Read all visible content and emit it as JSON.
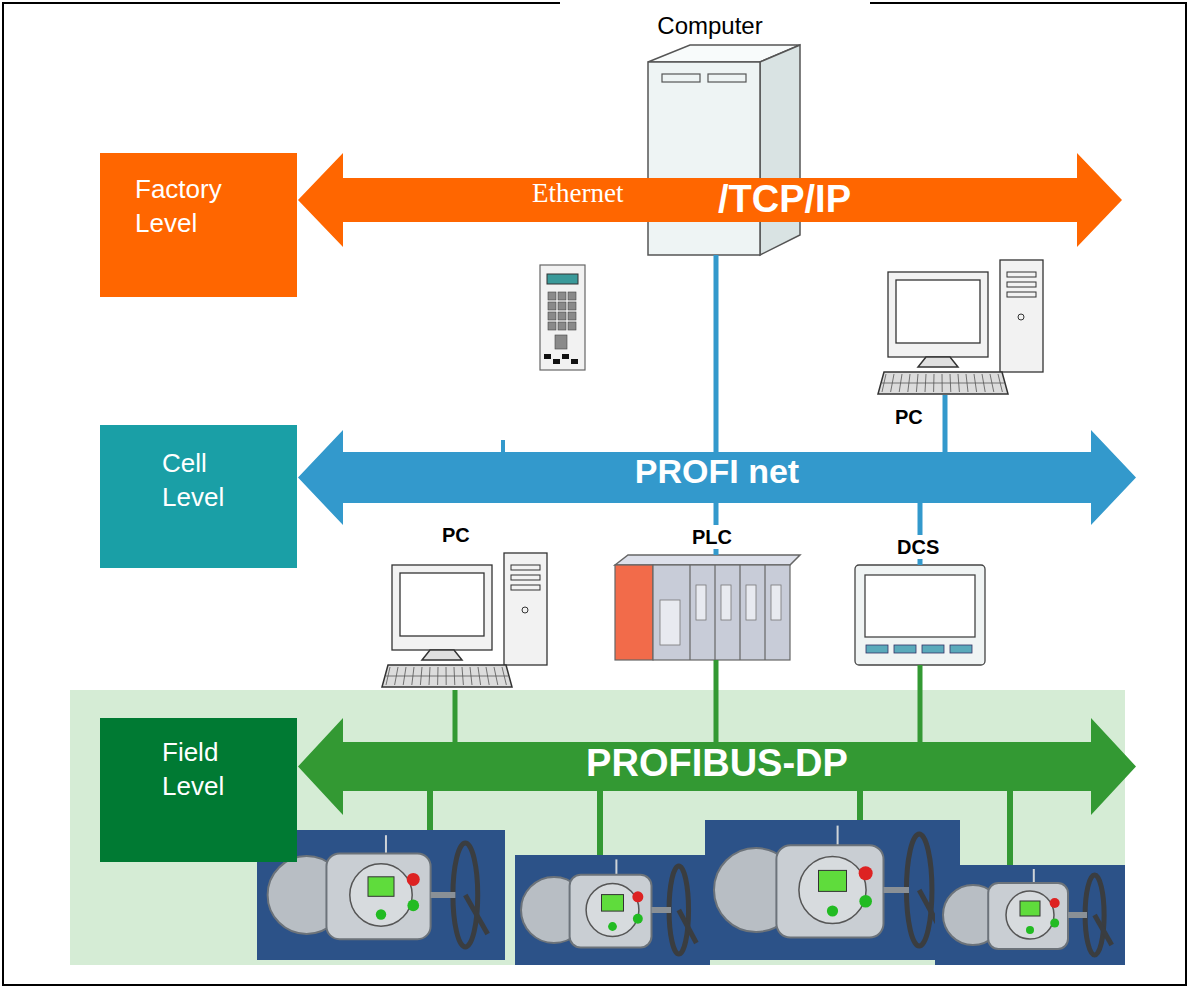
{
  "diagram": {
    "nodes": [
      {
        "text": [
          "Computer"
        ]
      },
      {
        "text": [
          "Factory Level"
        ]
      },
      {
        "text": [
          "Ethernet",
          "/TCP/IP"
        ]
      },
      {
        "text": [
          "PC"
        ]
      },
      {
        "text": [
          "Cell Level"
        ]
      },
      {
        "text": [
          "PROFI net"
        ]
      },
      {
        "text": [
          "PC"
        ]
      },
      {
        "text": [
          "PLC"
        ]
      },
      {
        "text": [
          "DCS"
        ]
      },
      {
        "text": [
          "Field Level"
        ]
      },
      {
        "text": [
          "PROFIBUS-DP"
        ]
      }
    ],
    "edges": [
      {
        "from": 0,
        "to": 5,
        "arrow": "none"
      },
      {
        "from": 3,
        "to": 5,
        "arrow": "none"
      },
      {
        "from": 5,
        "to": 7,
        "arrow": "none"
      },
      {
        "from": 5,
        "to": 8,
        "arrow": "none"
      },
      {
        "from": 6,
        "to": 10,
        "arrow": "none"
      },
      {
        "from": 7,
        "to": 10,
        "arrow": "none"
      },
      {
        "from": 8,
        "to": 10,
        "arrow": "none"
      }
    ]
  }
}
